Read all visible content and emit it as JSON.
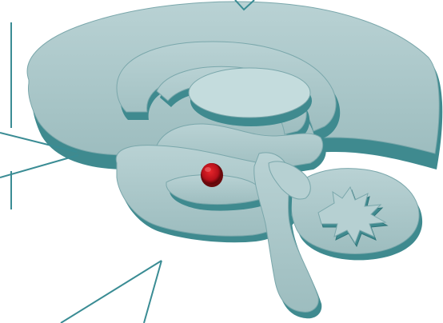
{
  "colors": {
    "tissue_face": "#a9c6c8",
    "tissue_side": "#3f8a8f",
    "tissue_edge": "#6f9fa3",
    "highlight": "#c4dcdd",
    "leader_line": "#3a8c94",
    "marker": "#c8151b",
    "marker_dark": "#6a0a0d",
    "background": "#ffffff"
  },
  "marker": {
    "shape": "dot",
    "color": "red"
  },
  "leader_lines": [
    {
      "name": "leader-line-top"
    },
    {
      "name": "leader-line-left-upper"
    },
    {
      "name": "leader-line-left-lower"
    },
    {
      "name": "leader-line-bottom-left"
    },
    {
      "name": "leader-line-bottom-right"
    }
  ]
}
